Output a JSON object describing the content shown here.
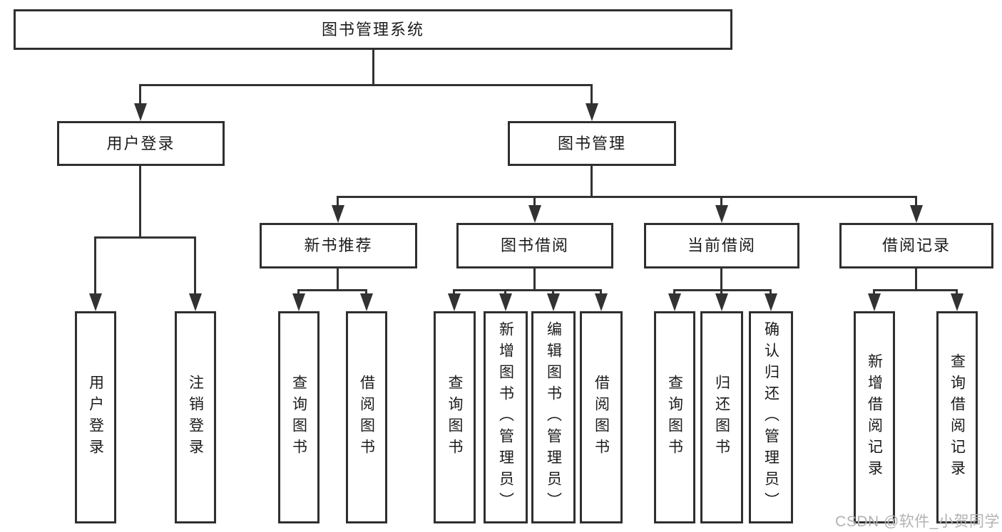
{
  "tree": {
    "label": "图书管理系统",
    "children": [
      {
        "label": "用户登录",
        "children": [
          {
            "label": "用户登录"
          },
          {
            "label": "注销登录"
          }
        ]
      },
      {
        "label": "图书管理",
        "children": [
          {
            "label": "新书推荐",
            "children": [
              {
                "label": "查询图书"
              },
              {
                "label": "借阅图书"
              }
            ]
          },
          {
            "label": "图书借阅",
            "children": [
              {
                "label": "查询图书"
              },
              {
                "label": "新增图书（管理员）"
              },
              {
                "label": "编辑图书（管理员）"
              },
              {
                "label": "借阅图书"
              }
            ]
          },
          {
            "label": "当前借阅",
            "children": [
              {
                "label": "查询图书"
              },
              {
                "label": "归还图书"
              },
              {
                "label": "确认归还（管理员）"
              }
            ]
          },
          {
            "label": "借阅记录",
            "children": [
              {
                "label": "新增借阅记录"
              },
              {
                "label": "查询借阅记录"
              }
            ]
          }
        ]
      }
    ]
  },
  "watermark": "CSDN @软件_小贺同学",
  "colors": {
    "line": "#323232",
    "box_border": "#2f2f2f",
    "text": "#1b1b1b",
    "watermark": "#b2b2b2",
    "background": "#ffffff"
  }
}
